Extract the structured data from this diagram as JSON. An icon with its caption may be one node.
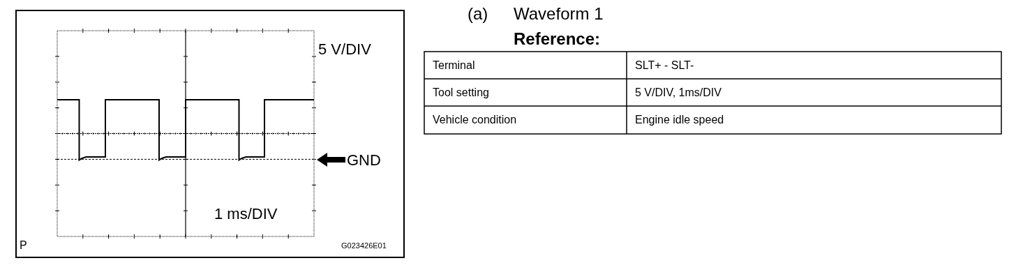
{
  "diagram": {
    "labels": [
      "5 V/DIV",
      "GND",
      "1 ms/DIV",
      "P",
      "G023426E01",
      "(a)",
      "Waveform 1",
      "Reference:",
      "Terminal",
      "SLT+ - SLT-",
      "Tool setting",
      "5 V/DIV, 1ms/DIV",
      "Vehicle condition",
      "Engine idle speed"
    ]
  }
}
